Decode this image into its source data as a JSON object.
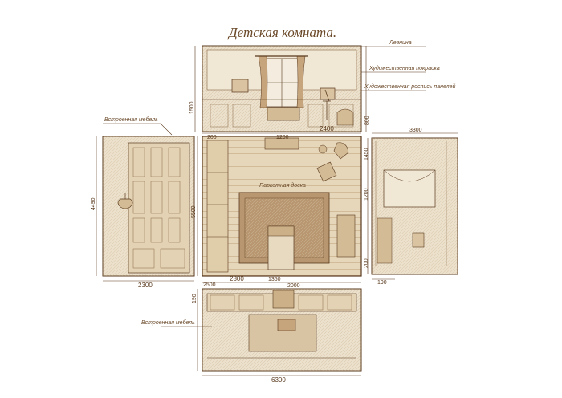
{
  "title": "Детская комната.",
  "annotations": {
    "leg": "Легнина",
    "paint": "Художественная покраска",
    "panels": "Художественная роспись панелей",
    "builtin_left": "Встроенная мебель",
    "builtin_bottom": "Встроенная мебель",
    "floor": "Паркетная доска"
  },
  "dimensions": {
    "top_1500": "1500",
    "top_200": "200",
    "top_1200": "1200",
    "top_2400": "2400",
    "top_800": "800",
    "right_3300": "3300",
    "right_1450": "1450",
    "right_1200": "1200",
    "right_200": "200",
    "right_190": "190",
    "left_4490": "4490",
    "left_2300": "2300",
    "center_5500": "5500",
    "bottom_2800": "2800",
    "bottom_1350": "1350",
    "bottom_2000": "2000",
    "bottom_2500": "2500",
    "bottom_190": "190",
    "bottom_6300": "6300"
  },
  "colors": {
    "ink": "#5a3a1e",
    "paper": "#e9dcc4",
    "paper_dark": "#d8c4a2",
    "rug": "#b89670"
  }
}
